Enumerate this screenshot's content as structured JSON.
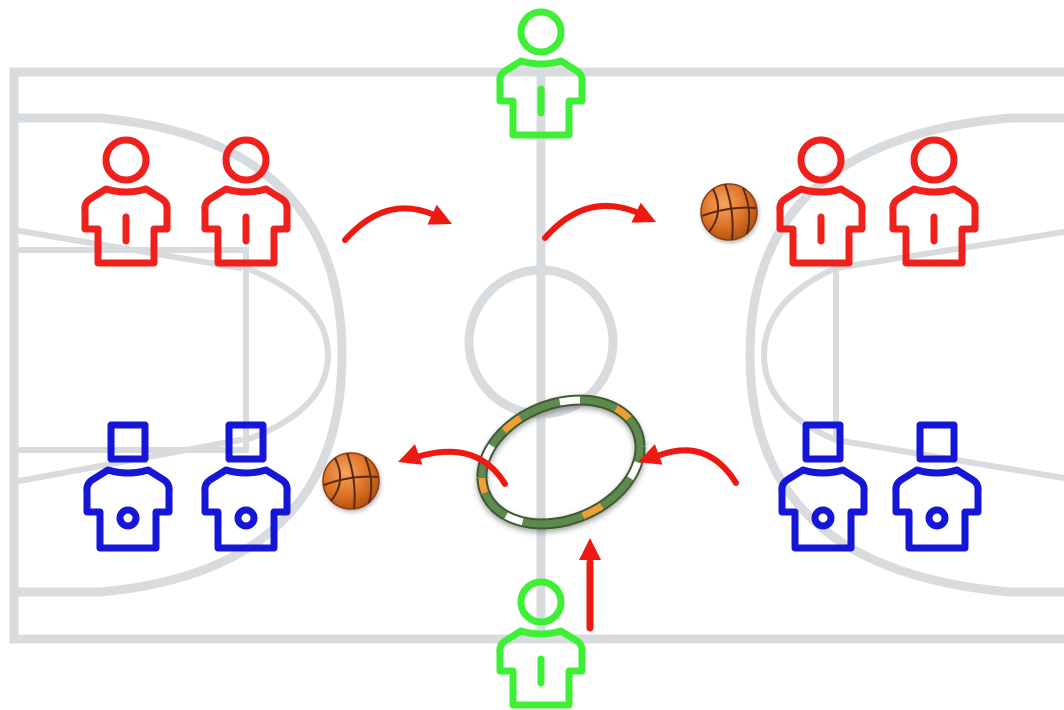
{
  "colors": {
    "court_lines": "#d9dcdf",
    "team_red": "#f0201c",
    "team_blue": "#1616d8",
    "team_green": "#3df035",
    "arrow": "#ee1a12",
    "hoop_segment_green": "#5f8a4d",
    "hoop_segment_orange": "#f0a030",
    "hoop_segment_white": "#ffffff",
    "ball": "#e07a2c"
  },
  "players": [
    {
      "team": "green",
      "role": "coach-top"
    },
    {
      "team": "green",
      "role": "coach-bottom"
    },
    {
      "team": "red",
      "side": "left",
      "slot": 1
    },
    {
      "team": "red",
      "side": "left",
      "slot": 2
    },
    {
      "team": "red",
      "side": "right",
      "slot": 1
    },
    {
      "team": "red",
      "side": "right",
      "slot": 2
    },
    {
      "team": "blue",
      "side": "left",
      "slot": 1
    },
    {
      "team": "blue",
      "side": "left",
      "slot": 2
    },
    {
      "team": "blue",
      "side": "right",
      "slot": 1
    },
    {
      "team": "blue",
      "side": "right",
      "slot": 2
    }
  ],
  "balls": [
    {
      "location": "near-right-red-players"
    },
    {
      "location": "near-left-blue-players"
    }
  ],
  "hoop": {
    "shape": "ellipse",
    "location": "center-court-below-circle"
  },
  "arrows": [
    {
      "kind": "curved",
      "direction": "right",
      "location": "left-red-group"
    },
    {
      "kind": "curved",
      "direction": "right",
      "location": "center-red"
    },
    {
      "kind": "curved",
      "direction": "left",
      "location": "hoop-to-left-ball"
    },
    {
      "kind": "curved",
      "direction": "left",
      "location": "right-blue-to-hoop"
    },
    {
      "kind": "straight",
      "direction": "up",
      "location": "bottom-green-to-hoop"
    }
  ]
}
